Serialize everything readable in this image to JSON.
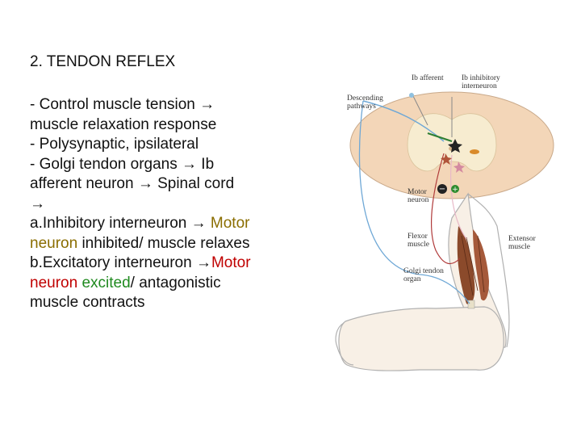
{
  "slide": {
    "title": "2. TENDON REFLEX",
    "line1": "- Control muscle tension ",
    "line1_arrow": "→",
    "line2": "muscle relaxation response",
    "line3": "- Polysynaptic, ipsilateral",
    "line4a": "- Golgi tendon organs ",
    "line4_arrow": "→",
    "line4b": " Ib",
    "line5a": "afferent neuron ",
    "line5_arrow": "→",
    "line5b": " Spinal cord",
    "line6_arrow": "→",
    "line7a": "a.Inhibitory interneuron ",
    "line7_arrow": "→",
    "line7b": " Motor",
    "line8a": "neuron",
    "line8b": " inhibited/ muscle relaxes",
    "line9a": "b.Excitatory interneuron ",
    "line9_arrow": "→",
    "line9b": "Motor",
    "line10a": "neuron",
    "line10b": " excited",
    "line10c": "/ antagonistic",
    "line11": "muscle contracts"
  },
  "figure": {
    "labels": {
      "ib_afferent": "Ib afferent",
      "ib_inhibitory_1": "Ib inhibitory",
      "ib_inhibitory_2": "interneuron",
      "descending_1": "Descending",
      "descending_2": "pathways",
      "motor_neuron_1": "Motor",
      "motor_neuron_2": "neuron",
      "flexor_1": "Flexor",
      "flexor_2": "muscle",
      "extensor_1": "Extensor",
      "extensor_2": "muscle",
      "golgi_1": "Golgi tendon",
      "golgi_2": "organ",
      "minus_sign": "−",
      "plus_sign": "+"
    },
    "colors": {
      "spinal_cord": "#f3d6b8",
      "gray_matter": "#f7ecd0",
      "arm_outline": "#b0b0b0",
      "muscle": "#8b4a2b",
      "descending_line": "#6fa8d6",
      "afferent_line": "#e8b9c8",
      "motor_line": "#b03a3a",
      "inhibitory_fill": "#222222",
      "excitatory_fill": "#2e8b2e"
    }
  }
}
